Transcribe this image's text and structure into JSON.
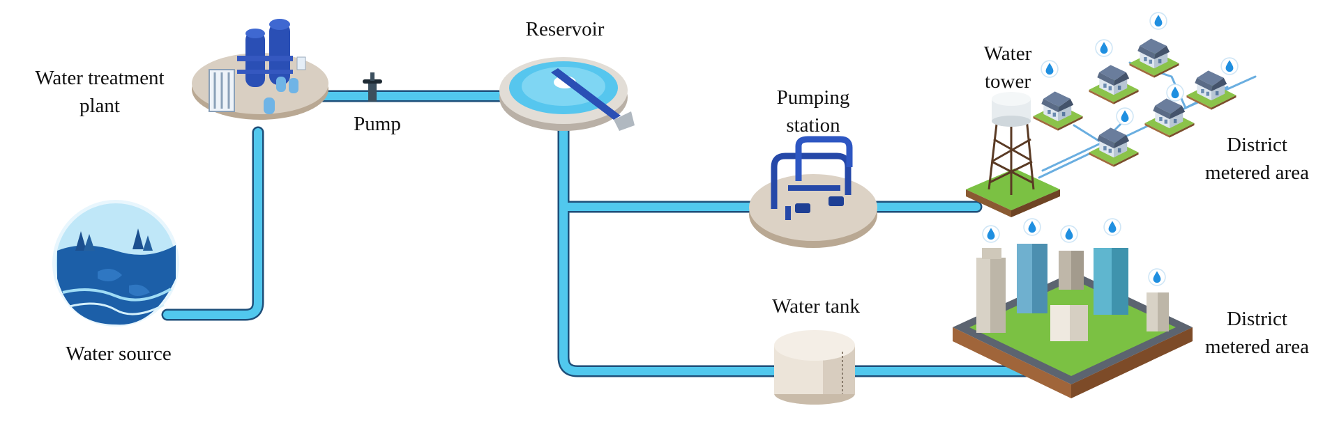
{
  "labels": {
    "water_treatment_plant": [
      "Water treatment",
      "plant"
    ],
    "pump": "Pump",
    "reservoir": "Reservoir",
    "pumping_station": [
      "Pumping",
      "station"
    ],
    "water_tower": [
      "Water",
      "tower"
    ],
    "district_metered_area_top": [
      "District",
      "metered area"
    ],
    "water_source": "Water source",
    "water_tank": "Water tank",
    "district_metered_area_bottom": [
      "District",
      "metered area"
    ]
  },
  "colors": {
    "pipe": "#51c8ee",
    "pipe_outline": "#1e4f7a",
    "water_dark": "#1c5fa8",
    "water_light": "#9fdcf5",
    "equipment_blue": "#2a4fb5",
    "grass": "#7bc143",
    "drop": "#1f8fe0"
  },
  "icons": [
    "water-drop-icon",
    "house-icon",
    "building-icon",
    "tree-icon",
    "valve-icon"
  ]
}
